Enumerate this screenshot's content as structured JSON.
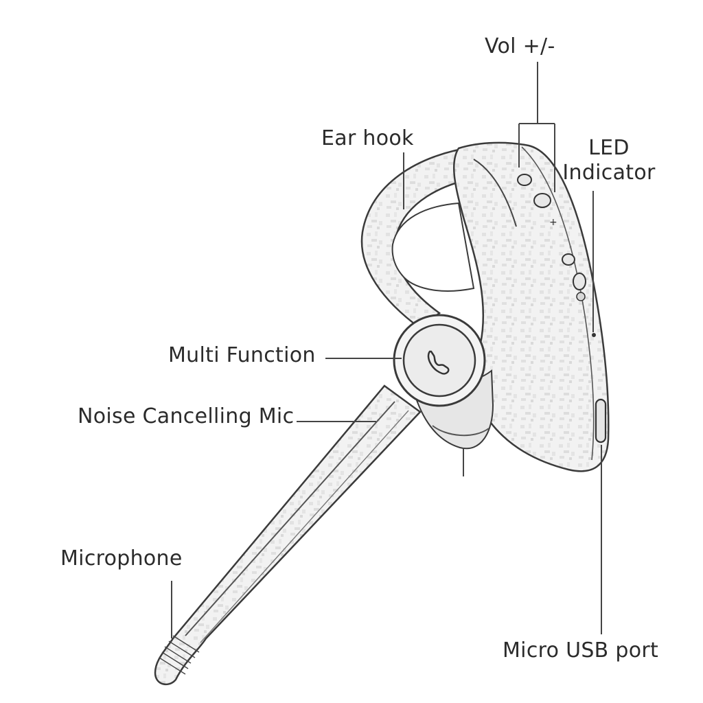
{
  "labels": {
    "vol": "Vol +/-",
    "ear_hook": "Ear hook",
    "led_line1": "LED",
    "led_line2": "Indicator",
    "multi_function": "Multi Function",
    "noise_cancelling_mic": "Noise Cancelling Mic",
    "microphone": "Microphone",
    "micro_usb_port": "Micro USB port"
  },
  "colors": {
    "background": "#ffffff",
    "ink": "#2b2b2b",
    "leader": "#444444",
    "body_fill": "#f0f0f0"
  }
}
